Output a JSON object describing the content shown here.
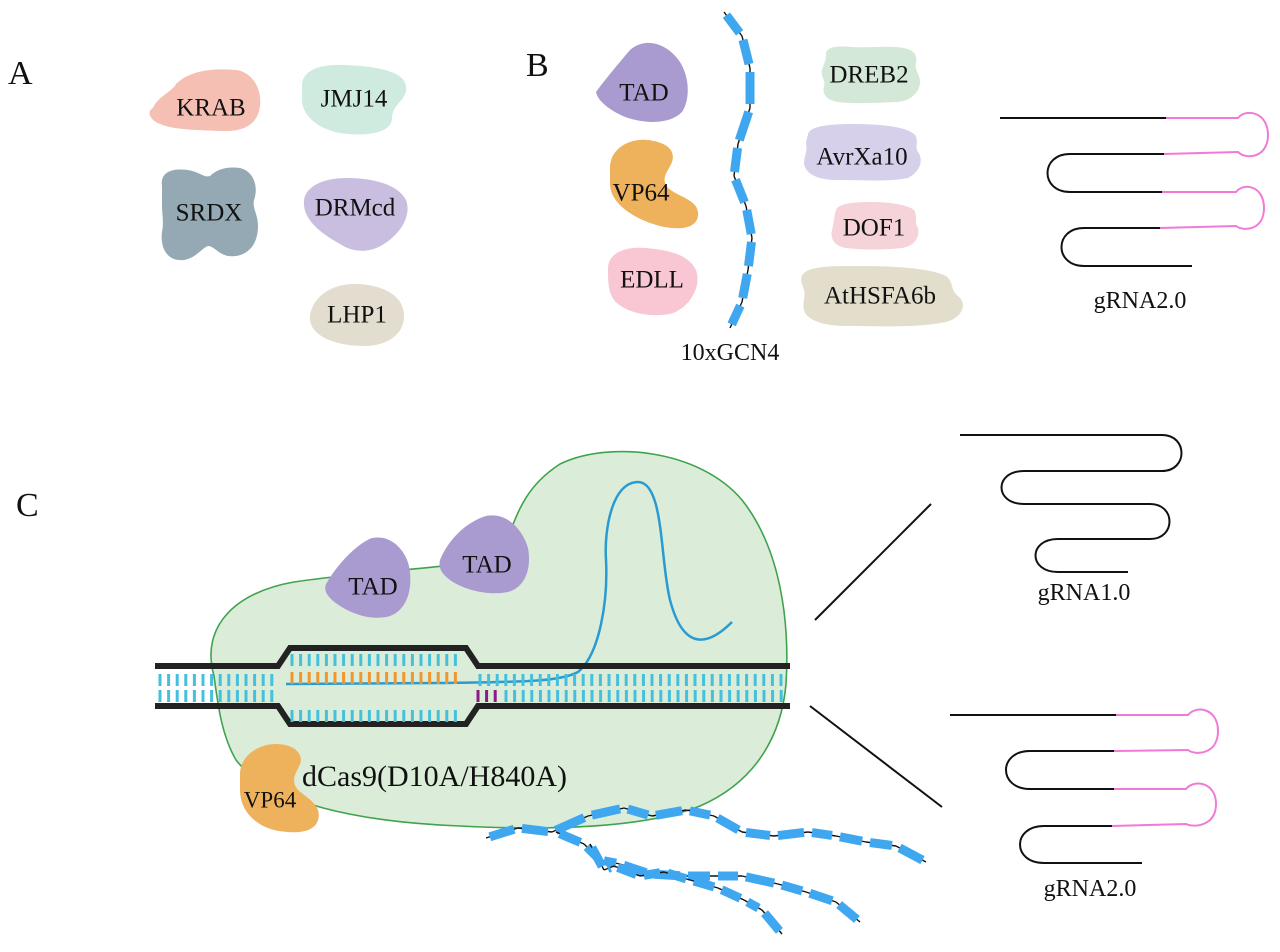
{
  "figure": {
    "panels": {
      "A": {
        "label": "A"
      },
      "B": {
        "label": "B"
      },
      "C": {
        "label": "C"
      }
    },
    "panelA": {
      "domains": [
        {
          "name": "KRAB",
          "color": "#f6bfb3"
        },
        {
          "name": "JMJ14",
          "color": "#cfeadf"
        },
        {
          "name": "SRDX",
          "color": "#95a9b4"
        },
        {
          "name": "DRMcd",
          "color": "#c9bee0"
        },
        {
          "name": "LHP1",
          "color": "#e3ddd0"
        }
      ]
    },
    "panelB": {
      "activators_left": [
        {
          "name": "TAD",
          "color": "#a99bd0"
        },
        {
          "name": "VP64",
          "color": "#efb25c"
        },
        {
          "name": "EDLL",
          "color": "#f9c7d3"
        }
      ],
      "scaffold": {
        "name": "10xGCN4",
        "color": "#3fa7f0",
        "repeats": 10
      },
      "activators_right": [
        {
          "name": "DREB2",
          "color": "#d3e8d6"
        },
        {
          "name": "AvrXa10",
          "color": "#d7d0ea"
        },
        {
          "name": "DOF1",
          "color": "#f6d3d8"
        },
        {
          "name": "AtHSFA6b",
          "color": "#e3ddcc"
        }
      ],
      "grna": {
        "name": "gRNA2.0",
        "aptamer_color": "#f07ad8",
        "backbone_color": "#111111"
      }
    },
    "panelC": {
      "protein": {
        "name": "dCas9(D10A/H840A)",
        "fill": "#d9ecd7",
        "stroke": "#3fa34d"
      },
      "fused": [
        {
          "name": "TAD",
          "color": "#a99bd0"
        },
        {
          "name": "TAD",
          "color": "#a99bd0"
        },
        {
          "name": "VP64",
          "color": "#efb25c"
        }
      ],
      "dna": {
        "strand_color": "#222222",
        "base_color": "#45c0dc",
        "protospacer_color": "#f0962f",
        "pam_color": "#8b1a8b"
      },
      "guide_rna_color": "#2a9bd2",
      "suntag": {
        "color": "#3fa7f0",
        "chains": 3
      },
      "grna_variants": [
        {
          "name": "gRNA1.0"
        },
        {
          "name": "gRNA2.0"
        }
      ]
    }
  }
}
